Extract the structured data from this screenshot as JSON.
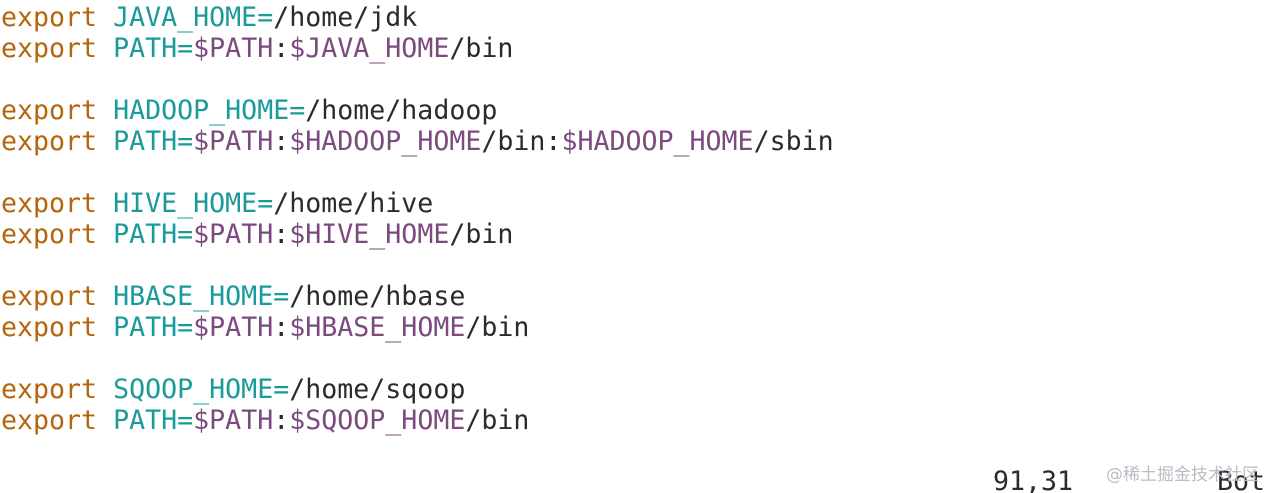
{
  "colors": {
    "background": "#ffffff",
    "keyword": "#b5650d",
    "variable": "#1a9a98",
    "reference": "#7b4a7e",
    "text": "#2b2b2b"
  },
  "lines": [
    [
      {
        "cls": "kw",
        "text": "export"
      },
      {
        "cls": "txt",
        "text": " "
      },
      {
        "cls": "var",
        "text": "JAVA_HOME="
      },
      {
        "cls": "txt",
        "text": "/home/jdk"
      }
    ],
    [
      {
        "cls": "kw",
        "text": "export"
      },
      {
        "cls": "txt",
        "text": " "
      },
      {
        "cls": "var",
        "text": "PATH="
      },
      {
        "cls": "ref",
        "text": "$PATH"
      },
      {
        "cls": "txt",
        "text": ":"
      },
      {
        "cls": "ref",
        "text": "$JAVA_HOME"
      },
      {
        "cls": "txt",
        "text": "/bin"
      }
    ],
    [],
    [
      {
        "cls": "kw",
        "text": "export"
      },
      {
        "cls": "txt",
        "text": " "
      },
      {
        "cls": "var",
        "text": "HADOOP_HOME="
      },
      {
        "cls": "txt",
        "text": "/home/hadoop"
      }
    ],
    [
      {
        "cls": "kw",
        "text": "export"
      },
      {
        "cls": "txt",
        "text": " "
      },
      {
        "cls": "var",
        "text": "PATH="
      },
      {
        "cls": "ref",
        "text": "$PATH"
      },
      {
        "cls": "txt",
        "text": ":"
      },
      {
        "cls": "ref",
        "text": "$HADOOP_HOME"
      },
      {
        "cls": "txt",
        "text": "/bin:"
      },
      {
        "cls": "ref",
        "text": "$HADOOP_HOME"
      },
      {
        "cls": "txt",
        "text": "/sbin"
      }
    ],
    [],
    [
      {
        "cls": "kw",
        "text": "export"
      },
      {
        "cls": "txt",
        "text": " "
      },
      {
        "cls": "var",
        "text": "HIVE_HOME="
      },
      {
        "cls": "txt",
        "text": "/home/hive"
      }
    ],
    [
      {
        "cls": "kw",
        "text": "export"
      },
      {
        "cls": "txt",
        "text": " "
      },
      {
        "cls": "var",
        "text": "PATH="
      },
      {
        "cls": "ref",
        "text": "$PATH"
      },
      {
        "cls": "txt",
        "text": ":"
      },
      {
        "cls": "ref",
        "text": "$HIVE_HOME"
      },
      {
        "cls": "txt",
        "text": "/bin"
      }
    ],
    [],
    [
      {
        "cls": "kw",
        "text": "export"
      },
      {
        "cls": "txt",
        "text": " "
      },
      {
        "cls": "var",
        "text": "HBASE_HOME="
      },
      {
        "cls": "txt",
        "text": "/home/hbase"
      }
    ],
    [
      {
        "cls": "kw",
        "text": "export"
      },
      {
        "cls": "txt",
        "text": " "
      },
      {
        "cls": "var",
        "text": "PATH="
      },
      {
        "cls": "ref",
        "text": "$PATH"
      },
      {
        "cls": "txt",
        "text": ":"
      },
      {
        "cls": "ref",
        "text": "$HBASE_HOME"
      },
      {
        "cls": "txt",
        "text": "/bin"
      }
    ],
    [],
    [
      {
        "cls": "kw",
        "text": "export"
      },
      {
        "cls": "txt",
        "text": " "
      },
      {
        "cls": "var",
        "text": "SQOOP_HOME="
      },
      {
        "cls": "txt",
        "text": "/home/sqoop"
      }
    ],
    [
      {
        "cls": "kw",
        "text": "export"
      },
      {
        "cls": "txt",
        "text": " "
      },
      {
        "cls": "var",
        "text": "PATH="
      },
      {
        "cls": "ref",
        "text": "$PATH"
      },
      {
        "cls": "txt",
        "text": ":"
      },
      {
        "cls": "ref",
        "text": "$SQOOP_HOME"
      },
      {
        "cls": "txt",
        "text": "/bin"
      }
    ]
  ],
  "statusline": {
    "cursor_position": "91,31",
    "scroll_position": "Bot"
  },
  "watermark": {
    "text": "@稀土掘金技术社区"
  }
}
